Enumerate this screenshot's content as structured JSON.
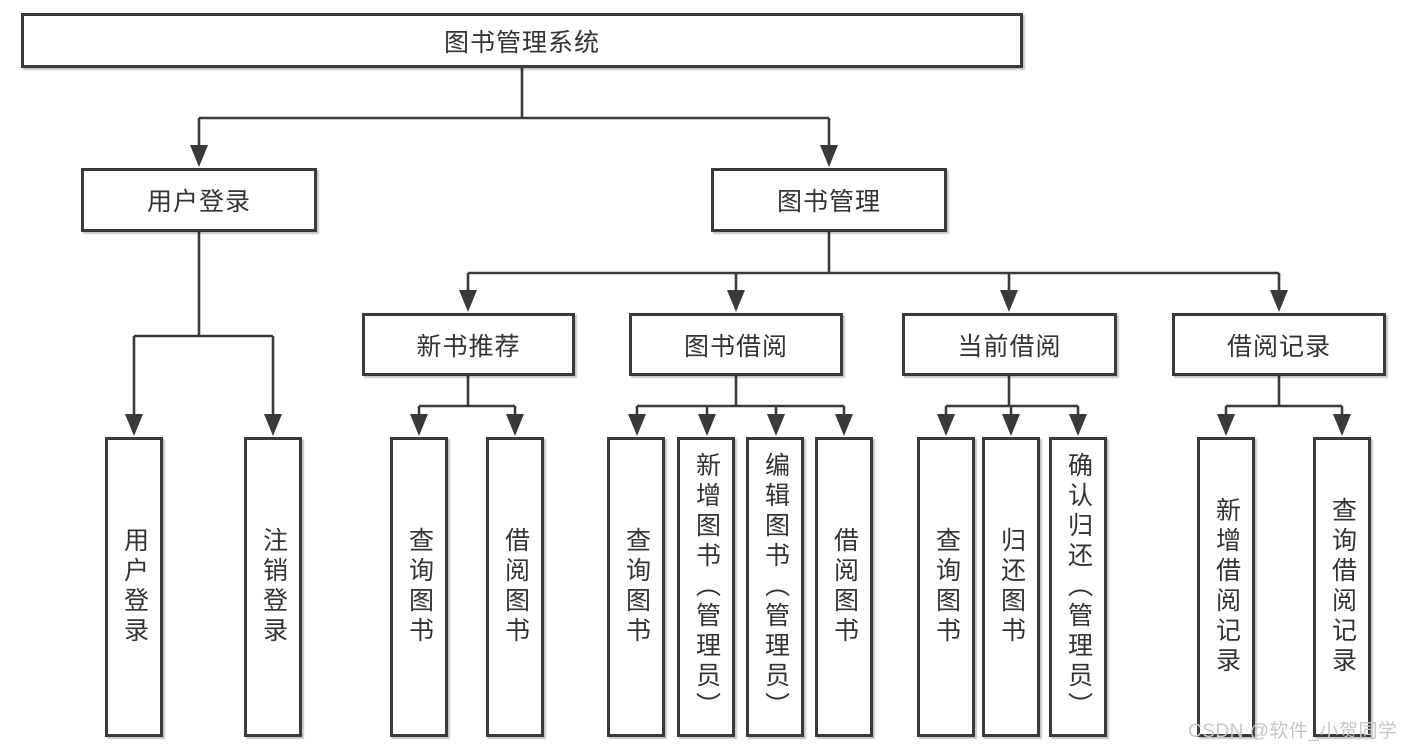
{
  "diagram": {
    "root": {
      "label": "图书管理系统"
    },
    "branches": {
      "user_login": {
        "label": "用户登录",
        "children": [
          {
            "label": "用户登录"
          },
          {
            "label": "注销登录"
          }
        ]
      },
      "book_management": {
        "label": "图书管理",
        "children": [
          {
            "label": "新书推荐",
            "children": [
              {
                "label": "查询图书"
              },
              {
                "label": "借阅图书"
              }
            ]
          },
          {
            "label": "图书借阅",
            "children": [
              {
                "label": "查询图书"
              },
              {
                "label": "新增图书（管理员）"
              },
              {
                "label": "编辑图书（管理员）"
              },
              {
                "label": "借阅图书"
              }
            ]
          },
          {
            "label": "当前借阅",
            "children": [
              {
                "label": "查询图书"
              },
              {
                "label": "归还图书"
              },
              {
                "label": "确认归还（管理员）"
              }
            ]
          },
          {
            "label": "借阅记录",
            "children": [
              {
                "label": "新增借阅记录"
              },
              {
                "label": "查询借阅记录"
              }
            ]
          }
        ]
      }
    }
  },
  "watermark": {
    "text": "CSDN @软件_小贺同学"
  },
  "colors": {
    "line": "#3a3a3a",
    "text": "#333333",
    "watermark": "#c7c7c7",
    "background": "#ffffff"
  }
}
